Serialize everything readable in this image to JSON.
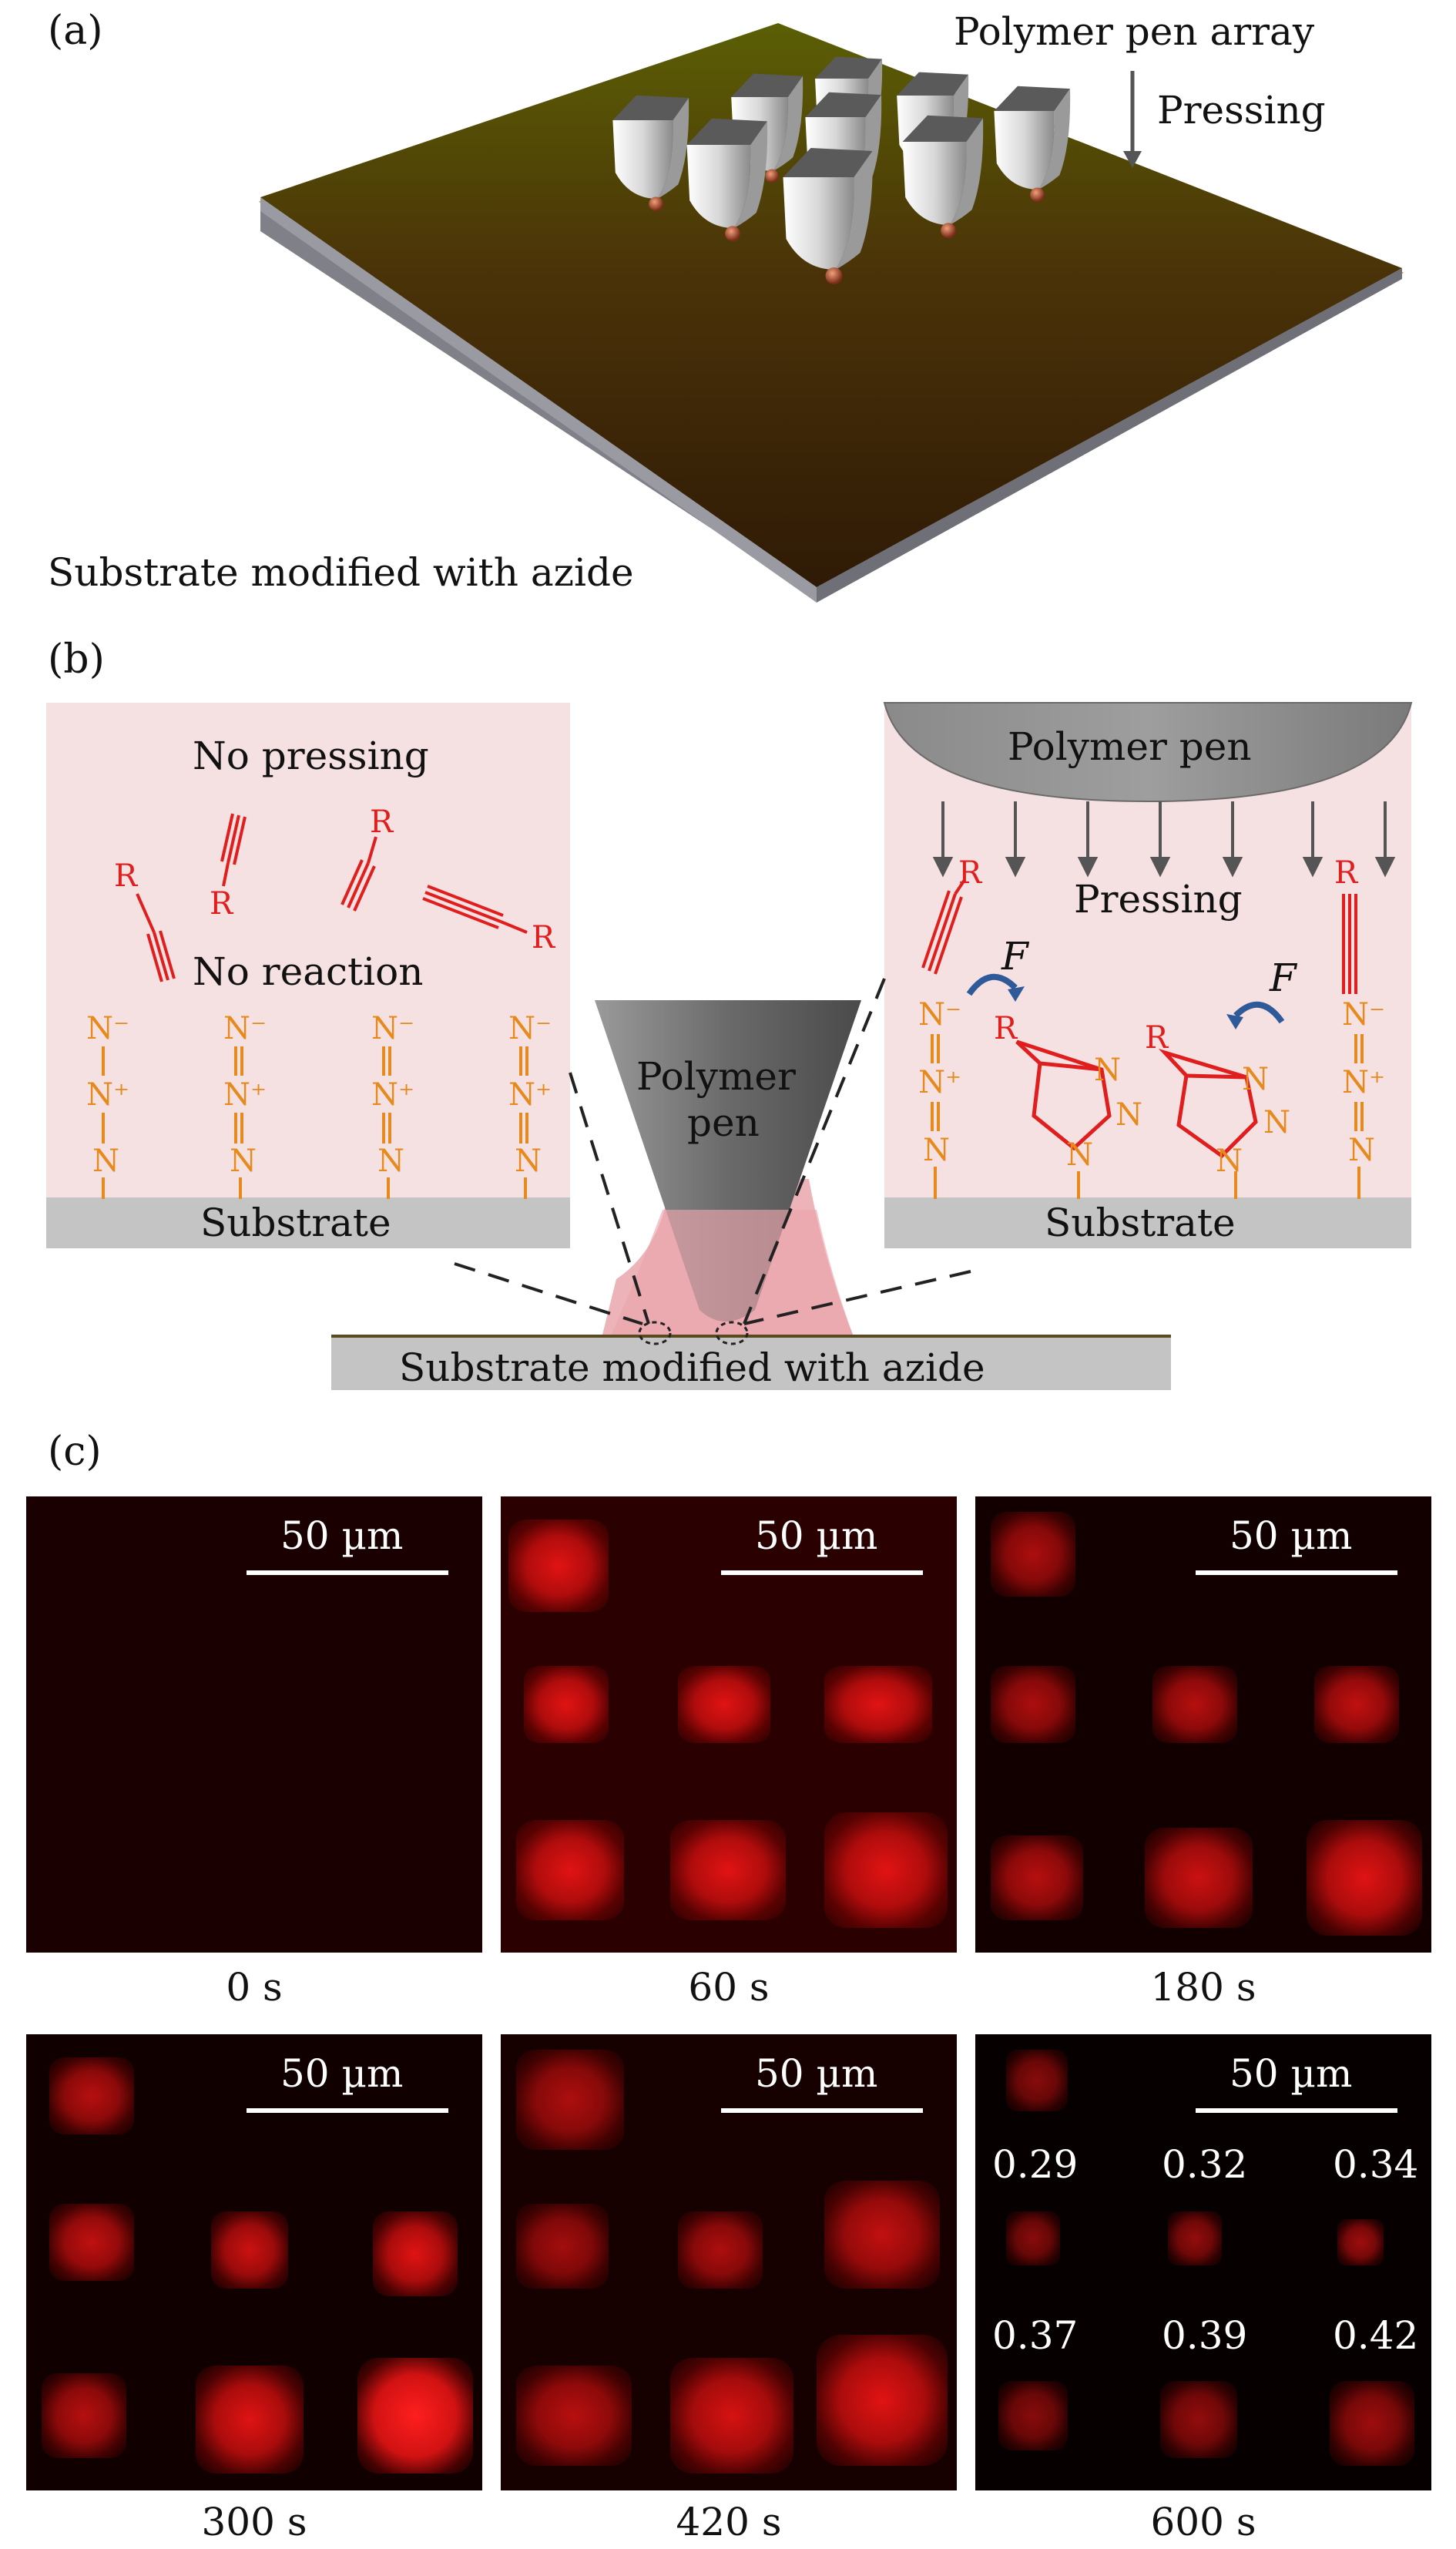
{
  "panel_a": {
    "label": "(a)",
    "pen_array_label": "Polymer pen array",
    "pressing_label": "Pressing",
    "substrate_label": "Substrate modified with azide"
  },
  "panel_b": {
    "label": "(b)",
    "left": {
      "no_pressing": "No pressing",
      "no_reaction": "No reaction",
      "substrate": "Substrate",
      "r": "R",
      "n_minus": "N−",
      "n_plus": "N+",
      "n": "N"
    },
    "center": {
      "pen_line1": "Polymer",
      "pen_line2": "pen",
      "substrate": "Substrate modified with azide"
    },
    "right": {
      "pen": "Polymer pen",
      "pressing": "Pressing",
      "force": "F",
      "substrate": "Substrate"
    }
  },
  "panel_c": {
    "label": "(c)",
    "scale": "50 µm",
    "times": [
      "0 s",
      "60 s",
      "180 s",
      "300 s",
      "420 s",
      "600 s"
    ],
    "ratios": [
      "0.29",
      "0.32",
      "0.34",
      "0.37",
      "0.39",
      "0.42"
    ]
  },
  "colors": {
    "azide": "#e68a1e",
    "alkyne": "#e01e1e",
    "pink_box": "#f6e1e2",
    "substrate_gray": "#c4c4c4",
    "fluor_red": "#e01414"
  }
}
